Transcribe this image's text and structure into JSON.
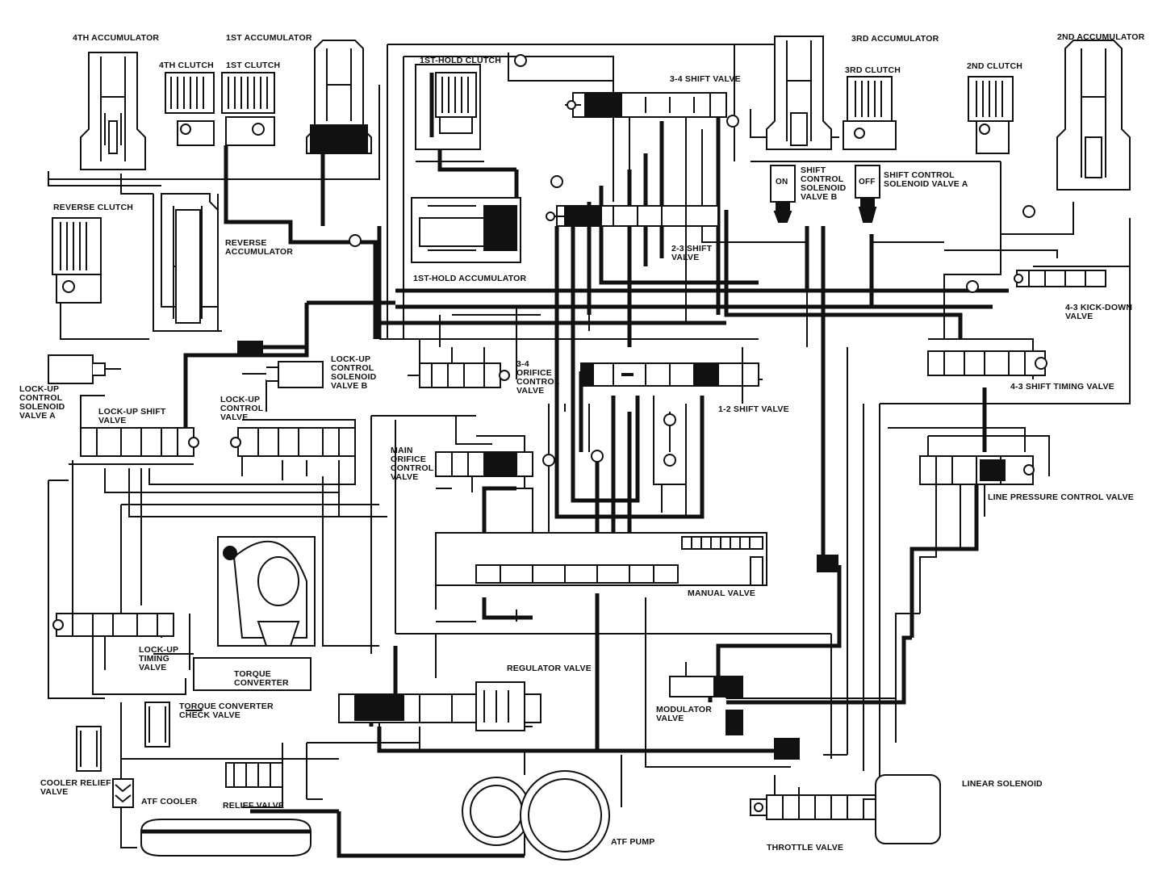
{
  "colors": {
    "ink": "#111111",
    "paper": "#ffffff"
  },
  "labels": {
    "acc_4th": "4TH ACCUMULATOR",
    "acc_1st": "1ST ACCUMULATOR",
    "clutch_4th": "4TH CLUTCH",
    "clutch_1st": "1ST CLUTCH",
    "hold_clutch_1st": "1ST-HOLD CLUTCH",
    "shift_34": "3-4 SHIFT VALVE",
    "acc_3rd": "3RD ACCUMULATOR",
    "clutch_3rd": "3RD CLUTCH",
    "acc_2nd": "2ND ACCUMULATOR",
    "clutch_2nd": "2ND CLUTCH",
    "shift_sol_b": "SHIFT\nCONTROL\nSOLENOID\nVALVE B",
    "shift_sol_a": "SHIFT  CONTROL\nSOLENOID VALVE A",
    "sol_b_state": "ON",
    "sol_a_state": "OFF",
    "reverse_clutch": "REVERSE CLUTCH",
    "reverse_acc": "REVERSE\nACCUMULATOR",
    "shift_23": "2-3 SHIFT\nVALVE",
    "hold_acc_1st": "1ST-HOLD ACCUMULATOR",
    "kickdown_43": "4-3 KICK-DOWN\nVALVE",
    "lockup_sol_b": "LOCK-UP\nCONTROL\nSOLENOID\nVALVE B",
    "orifice_34": "3-4\nORIFICE\nCONTROL\nVALVE",
    "timing_43": "4-3 SHIFT TIMING VALVE",
    "lockup_sol_a": "LOCK-UP\nCONTROL\nSOLENOID\nVALVE A",
    "lockup_shift": "LOCK-UP SHIFT\nVALVE",
    "lockup_control": "LOCK-UP\nCONTROL\nVALVE",
    "shift_12": "1-2 SHIFT VALVE",
    "main_orifice": "MAIN\nORIFICE\nCONTROL\nVALVE",
    "line_pressure": "LINE PRESSURE CONTROL VALVE",
    "manual_valve": "MANUAL VALVE",
    "lockup_timing": "LOCK-UP\nTIMING\nVALVE",
    "torque_converter": "TORQUE\nCONVERTER",
    "regulator": "REGULATOR VALVE",
    "tc_check": "TORQUE CONVERTER\nCHECK VALVE",
    "modulator": "MODULATOR\nVALVE",
    "cooler_relief": "COOLER RELIEF\nVALVE",
    "atf_cooler": "ATF COOLER",
    "relief": "RELIEF VALVE",
    "linear_solenoid": "LINEAR SOLENOID",
    "atf_pump": "ATF PUMP",
    "throttle": "THROTTLE  VALVE"
  }
}
